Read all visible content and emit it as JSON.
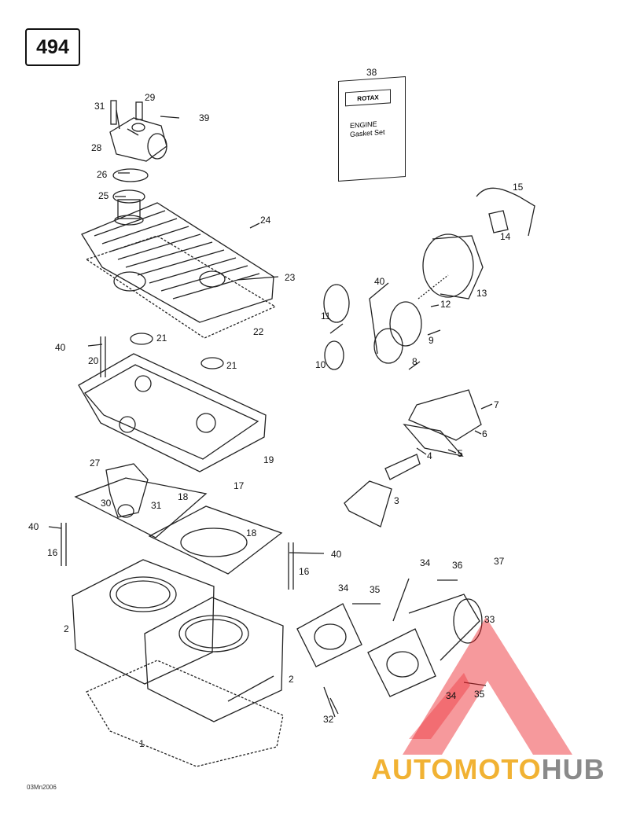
{
  "page_number": "494",
  "drawing_code": "03Mn2006",
  "gasket_set": {
    "brand": "ROTAX",
    "line1": "ENGINE",
    "line2": "Gasket Set"
  },
  "watermark": {
    "part1": "AUTOMOTO",
    "part2": "HUB"
  },
  "callouts": {
    "c38": "38",
    "c31a": "31",
    "c29": "29",
    "c39": "39",
    "c28": "28",
    "c26": "26",
    "c25": "25",
    "c24": "24",
    "c23": "23",
    "c22": "22",
    "c21a": "21",
    "c21b": "21",
    "c40a": "40",
    "c20": "20",
    "c19": "19",
    "c27": "27",
    "c30": "30",
    "c31b": "31",
    "c18a": "18",
    "c17": "17",
    "c18b": "18",
    "c40b": "40",
    "c16a": "16",
    "c16b": "16",
    "c40c": "40",
    "c2a": "2",
    "c2b": "2",
    "c1": "1",
    "c15": "15",
    "c14": "14",
    "c13": "13",
    "c12": "12",
    "c40d": "40",
    "c11": "11",
    "c9": "9",
    "c10": "10",
    "c8": "8",
    "c7": "7",
    "c6": "6",
    "c5": "5",
    "c4": "4",
    "c3": "3",
    "c34a": "34",
    "c36": "36",
    "c37": "37",
    "c34b": "34",
    "c35a": "35",
    "c33": "33",
    "c34c": "34",
    "c35b": "35",
    "c32": "32"
  }
}
